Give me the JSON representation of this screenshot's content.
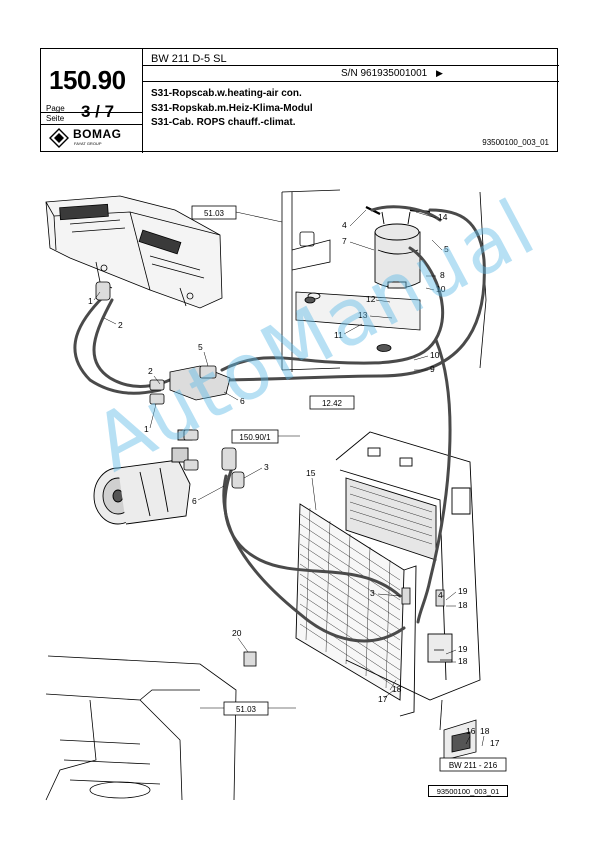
{
  "header": {
    "page_number": "150.90",
    "page_label_line1": "Page",
    "page_label_line2": "Seite",
    "sheet": "3  /  7",
    "brand": "BOMAG",
    "brand_sub": "FAYAT GROUP",
    "model": "BW 211 D-5 SL",
    "serial": "S/N 961935001001",
    "serial_arrow": "▶",
    "desc_en": "S31-Ropscab.w.heating-air con.",
    "desc_de": "S31-Ropskab.m.Heiz-Klima-Modul",
    "desc_fr": "S31-Cab. ROPS chauff.-climat.",
    "doc_number": "93500100_003_01"
  },
  "diagram": {
    "ref_boxes": [
      "51.03",
      "12.42",
      "150.90/1",
      "51.03"
    ],
    "detail_label": "BW 211 - 216",
    "callouts": {
      "c1a": "1",
      "c2a": "2",
      "c2b": "2",
      "c1b": "1",
      "c5a": "5",
      "c6a": "6",
      "c4a": "4",
      "c7": "7",
      "c14": "14",
      "c5b": "5",
      "c8": "8",
      "c10a": "10",
      "c12": "12",
      "c13": "13",
      "c11": "11",
      "c10b": "10",
      "c9": "9",
      "c3a": "3",
      "c6b": "6",
      "c15": "15",
      "c3b": "3",
      "c4b": "4",
      "c19a": "19",
      "c18a": "18",
      "c19b": "19",
      "c18b": "18",
      "c18c": "18",
      "c17a": "17",
      "c20": "20",
      "c16": "16",
      "c18d": "18",
      "c17b": "17"
    },
    "bottom_ref": "93500100_003_01"
  },
  "watermark": "AutoManual",
  "colors": {
    "line": "#000000",
    "hose": "#4a4a4a",
    "watermark": "#60bae6"
  }
}
